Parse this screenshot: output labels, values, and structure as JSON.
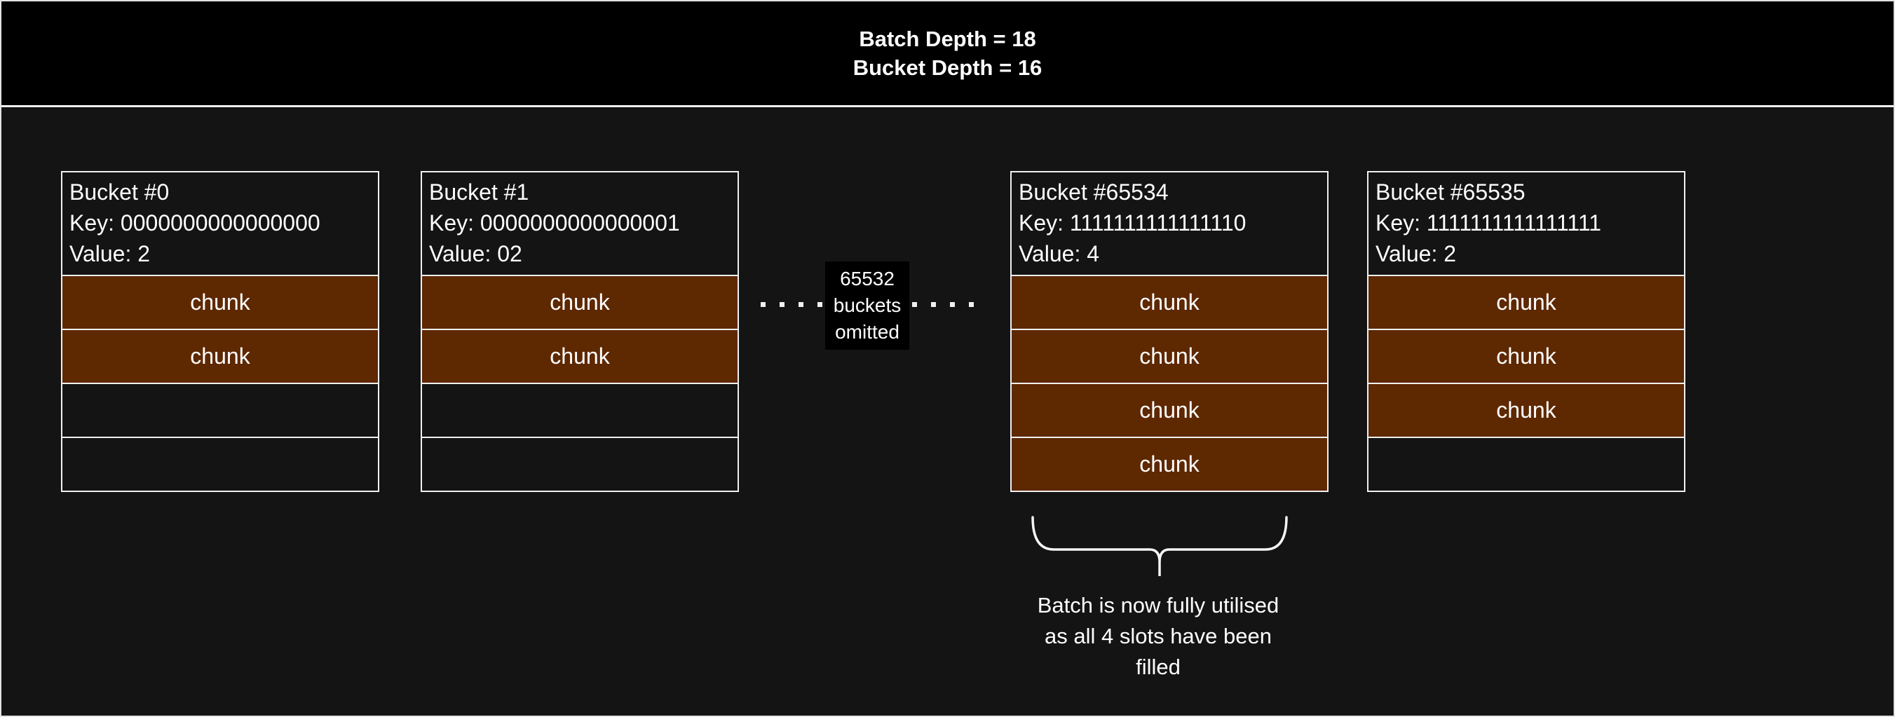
{
  "header": {
    "line1": "Batch Depth = 18",
    "line2": "Bucket Depth = 16"
  },
  "buckets": [
    {
      "title": "Bucket #0",
      "key_line": "Key: 0000000000000000",
      "value_line": "Value: 2",
      "slots": [
        "chunk",
        "chunk",
        "",
        ""
      ]
    },
    {
      "title": "Bucket #1",
      "key_line": "Key: 0000000000000001",
      "value_line": "Value: 02",
      "slots": [
        "chunk",
        "chunk",
        "",
        ""
      ]
    },
    {
      "title": "Bucket #65534",
      "key_line": "Key: 1111111111111110",
      "value_line": "Value: 4",
      "slots": [
        "chunk",
        "chunk",
        "chunk",
        "chunk"
      ]
    },
    {
      "title": "Bucket #65535",
      "key_line": "Key: 1111111111111111",
      "value_line": "Value: 2",
      "slots": [
        "chunk",
        "chunk",
        "chunk",
        ""
      ]
    }
  ],
  "omitted_note": {
    "text": "65532\nbuckets\nomitted"
  },
  "annotation": {
    "text": "Batch is now fully utilised\nas all 4 slots have been\nfilled"
  },
  "colors": {
    "chunk_fill": "#5e2801",
    "titlebar_bg": "#000000",
    "canvas_bg": "#141414",
    "line": "#f0f0f0",
    "text": "#ffffff"
  }
}
